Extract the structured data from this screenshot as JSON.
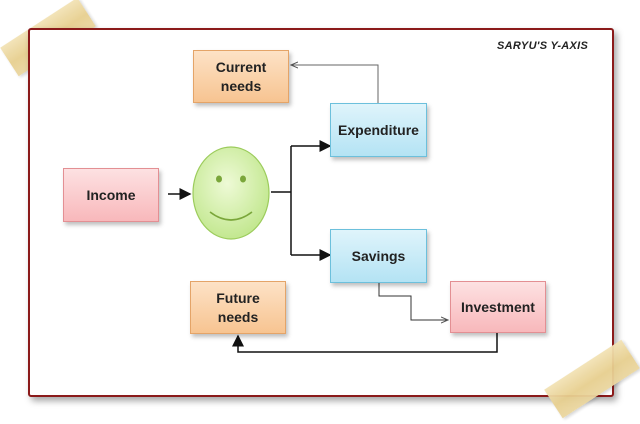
{
  "brand": "SARYU'S Y-AXIS",
  "nodes": {
    "current_needs": "Current\nneeds",
    "expenditure": "Expenditure",
    "income": "Income",
    "savings": "Savings",
    "future_needs": "Future\nneeds",
    "investment": "Investment"
  },
  "colors": {
    "needs_box": "#f7c491",
    "flow_box": "#b4e3f4",
    "income_box": "#f8b8bb",
    "smiley": "#c6ec8f",
    "border": "#8b1a1a"
  },
  "icons": {
    "center": "smiley-face-icon"
  }
}
